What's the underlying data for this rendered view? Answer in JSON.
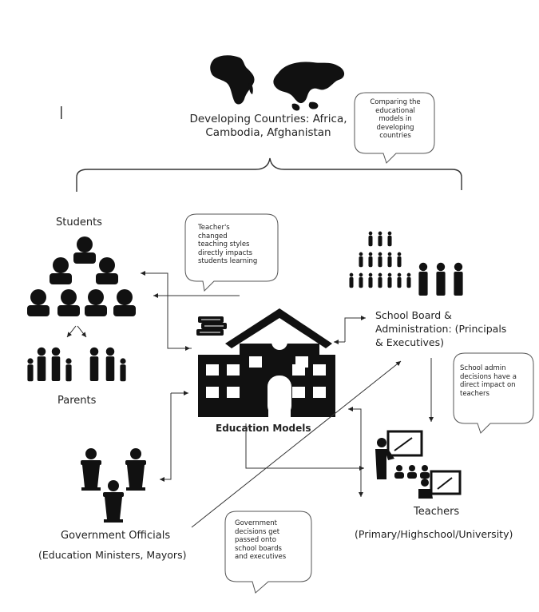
{
  "title_lines": [
    "Developing Countries: Africa,",
    "Cambodia, Afghanistan"
  ],
  "center_label": "Education Models",
  "students_label": "Students",
  "parents_label": "Parents",
  "school_board_lines": [
    "School Board &",
    "Administration: (Principals",
    "& Executives)"
  ],
  "teachers_label": "Teachers",
  "teachers_sub": "(Primary/Highschool/University)",
  "gov_label": "Government Officials",
  "gov_sub": "(Education Ministers, Mayors)",
  "callouts": {
    "comparing": [
      "Comparing the",
      "educational",
      "models in",
      "developing",
      "countries"
    ],
    "teachers_styles": [
      "Teacher's",
      "changed",
      "teaching styles",
      "directly impacts",
      "students learning"
    ],
    "school_admin": [
      "School admin",
      "decisions have a",
      "direct impact on",
      "teachers"
    ],
    "government": [
      "Government",
      "decisions get",
      "passed onto",
      "school boards",
      "and executives"
    ]
  },
  "colors": {
    "ink": "#111111",
    "line": "#333333",
    "bubble_border": "#555555"
  }
}
